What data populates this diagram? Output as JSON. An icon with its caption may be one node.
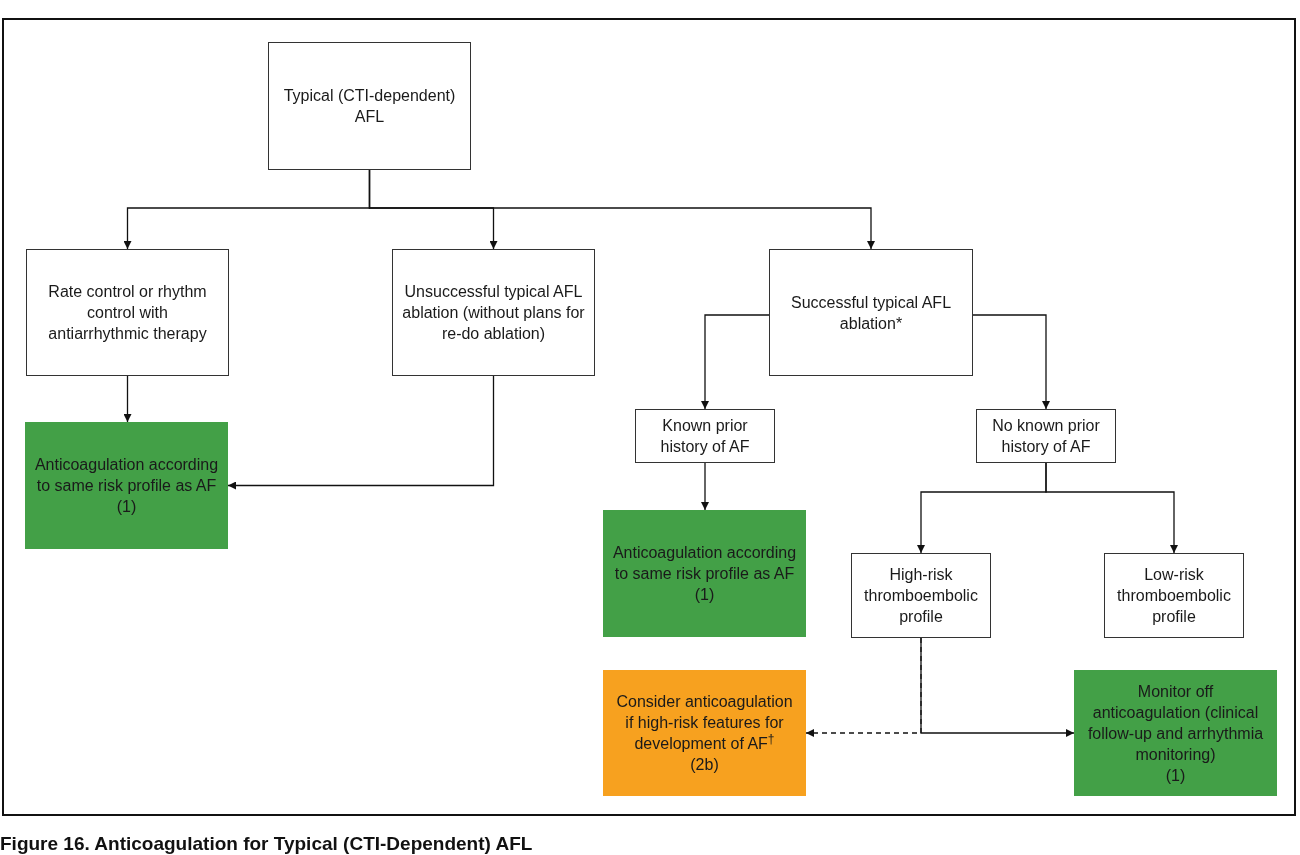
{
  "diagram": {
    "caption": "Figure 16. Anticoagulation for Typical (CTI-Dependent) AFL",
    "nodes": [
      {
        "text": [
          "Typical (CTI-dependent) AFL"
        ]
      },
      {
        "text": [
          "Rate control or rhythm control with antiarrhythmic therapy"
        ]
      },
      {
        "text": [
          "Unsuccessful typical AFL ablation (without plans for re-do ablation)"
        ]
      },
      {
        "text": [
          "Successful typical AFL ablation*"
        ]
      },
      {
        "text": [
          "Known prior history of AF"
        ]
      },
      {
        "text": [
          "No known prior history of AF"
        ]
      },
      {
        "text": [
          "Anticoagulation according to same risk profile as AF",
          "(1)"
        ]
      },
      {
        "text": [
          "Anticoagulation according to same risk profile as AF",
          "(1)"
        ]
      },
      {
        "text": [
          "High-risk thromboembolic profile"
        ]
      },
      {
        "text": [
          "Low-risk thromboembolic profile"
        ]
      },
      {
        "text": [
          "Consider anticoagulation if high-risk features for development of AF$^{†}$",
          "(2b)"
        ]
      },
      {
        "text": [
          "Monitor off anticoagulation (clinical follow-up and arrhythmia monitoring)",
          "(1)"
        ]
      }
    ],
    "edges": [
      {
        "from": 0,
        "to": 1,
        "arrow": "to"
      },
      {
        "from": 0,
        "to": 2,
        "arrow": "to"
      },
      {
        "from": 0,
        "to": 3,
        "arrow": "to"
      },
      {
        "from": 1,
        "to": 6,
        "arrow": "to"
      },
      {
        "from": 2,
        "to": 6,
        "arrow": "to"
      },
      {
        "from": 3,
        "to": 4,
        "arrow": "to"
      },
      {
        "from": 3,
        "to": 5,
        "arrow": "to"
      },
      {
        "from": 4,
        "to": 7,
        "arrow": "to"
      },
      {
        "from": 5,
        "to": 8,
        "arrow": "to"
      },
      {
        "from": 5,
        "to": 9,
        "arrow": "to"
      },
      {
        "from": 8,
        "to": 10,
        "arrow": "to",
        "style": "dashed"
      },
      {
        "from": 8,
        "to": 11,
        "arrow": "to"
      }
    ]
  }
}
